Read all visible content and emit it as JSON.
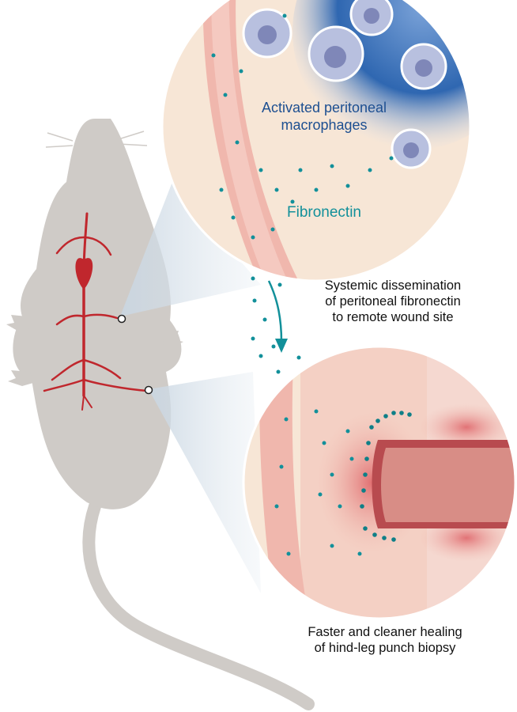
{
  "labels": {
    "macrophages": [
      "Activated peritoneal",
      "macrophages"
    ],
    "fibronectin": "Fibronectin",
    "dissemination": [
      "Systemic dissemination",
      "of peritoneal fibronectin",
      "to remote wound site"
    ],
    "healing": [
      "Faster and cleaner healing",
      "of hind-leg punch biopsy"
    ]
  },
  "colors": {
    "mouse_body": "#cfcbc7",
    "vessels": "#c0272d",
    "heart": "#c0272d",
    "macrophage_blue": "#1d4f91",
    "fibronectin_teal": "#12909a",
    "tissue_pink": "#f0b7ad",
    "background_cream": "#f7e6d6"
  }
}
